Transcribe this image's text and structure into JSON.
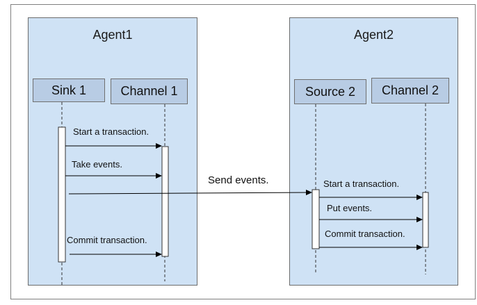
{
  "agents": [
    {
      "title": "Agent1",
      "participants": [
        "Sink 1",
        "Channel 1"
      ]
    },
    {
      "title": "Agent2",
      "participants": [
        "Source 2",
        "Channel 2"
      ]
    }
  ],
  "messages": {
    "agent1": [
      "Start a transaction.",
      "Take events.",
      "Commit transaction."
    ],
    "between": "Send events.",
    "agent2": [
      "Start a transaction.",
      "Put events.",
      "Commit transaction."
    ]
  }
}
